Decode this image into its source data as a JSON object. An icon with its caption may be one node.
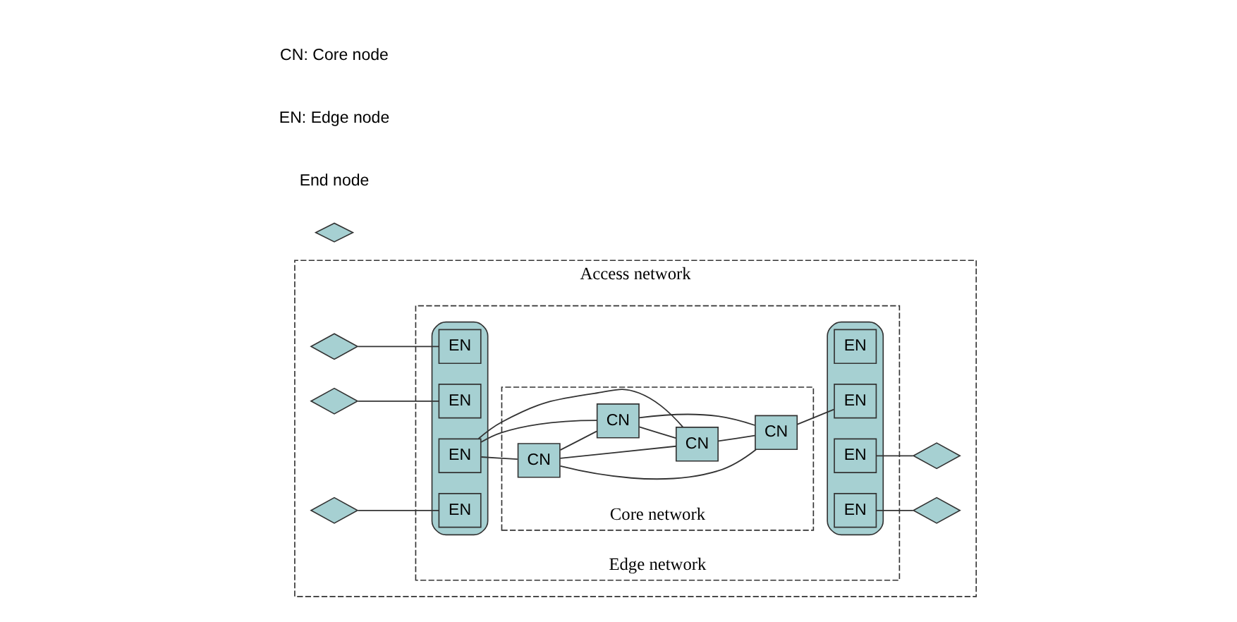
{
  "diagram": {
    "nodes": [
      {
        "text": [
          "Access network"
        ]
      },
      {
        "text": [
          "Edge network"
        ],
        "in": 0
      },
      {
        "text": [
          "Core network"
        ],
        "in": 1
      },
      {
        "text": [],
        "shape": "ellipse",
        "in": 1
      },
      {
        "text": [
          "EN"
        ],
        "in": 3
      },
      {
        "text": [
          "EN"
        ],
        "in": 3
      },
      {
        "text": [
          "EN"
        ],
        "in": 3
      },
      {
        "text": [
          "EN"
        ],
        "in": 3
      },
      {
        "text": [
          "CN"
        ],
        "in": 2
      },
      {
        "text": [
          "CN"
        ],
        "in": 2
      },
      {
        "text": [
          "CN"
        ],
        "in": 2
      },
      {
        "text": [
          "CN"
        ],
        "in": 2
      },
      {
        "text": [],
        "shape": "ellipse",
        "in": 1
      },
      {
        "text": [
          "EN"
        ],
        "in": 12
      },
      {
        "text": [
          "EN"
        ],
        "in": 12
      },
      {
        "text": [
          "EN"
        ],
        "in": 12
      },
      {
        "text": [
          "EN"
        ],
        "in": 12
      },
      {
        "text": [],
        "shape": "diamond",
        "in": 0
      },
      {
        "text": [],
        "shape": "diamond",
        "in": 0
      },
      {
        "text": [],
        "shape": "diamond",
        "in": 0
      },
      {
        "text": [],
        "shape": "diamond",
        "in": 0
      },
      {
        "text": [],
        "shape": "diamond",
        "in": 0
      }
    ],
    "edges": [
      {
        "from": 17,
        "to": 4,
        "arrow": "none"
      },
      {
        "from": 18,
        "to": 5,
        "arrow": "none"
      },
      {
        "from": 19,
        "to": 7,
        "arrow": "none"
      },
      {
        "from": 6,
        "to": 8,
        "arrow": "none"
      },
      {
        "from": 6,
        "to": 9,
        "arrow": "none"
      },
      {
        "from": 6,
        "to": 10,
        "arrow": "none"
      },
      {
        "from": 8,
        "to": 9,
        "arrow": "none"
      },
      {
        "from": 8,
        "to": 10,
        "arrow": "none"
      },
      {
        "from": 8,
        "to": 11,
        "arrow": "none"
      },
      {
        "from": 9,
        "to": 10,
        "arrow": "none"
      },
      {
        "from": 9,
        "to": 11,
        "arrow": "none"
      },
      {
        "from": 10,
        "to": 11,
        "arrow": "none"
      },
      {
        "from": 11,
        "to": 14,
        "arrow": "none"
      },
      {
        "from": 15,
        "to": 20,
        "arrow": "none"
      },
      {
        "from": 16,
        "to": 21,
        "arrow": "none"
      }
    ],
    "labels": [
      "CN: Core node",
      "EN: Edge node"
    ],
    "legend": [
      {
        "text": "End node"
      }
    ]
  }
}
